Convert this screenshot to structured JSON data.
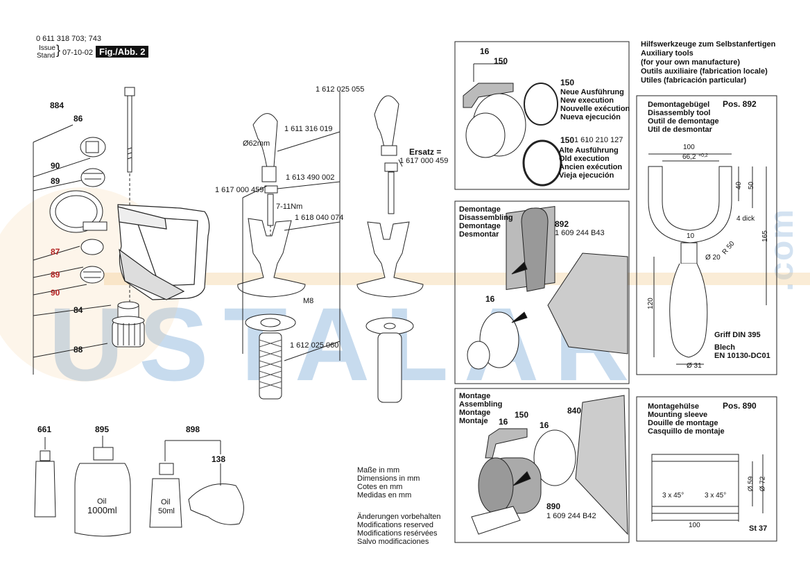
{
  "header": {
    "doc_number": "0 611 318 703; 743",
    "issue_label": "Issue",
    "stand_label": "Stand",
    "date": "07-10-02",
    "figure": "Fig./Abb. 2"
  },
  "watermark": {
    "text": "USTALAR",
    "suffix": ".com"
  },
  "left_parts": [
    {
      "num": "884",
      "color": "#111"
    },
    {
      "num": "86",
      "color": "#111"
    },
    {
      "num": "90",
      "color": "#111"
    },
    {
      "num": "89",
      "color": "#111"
    },
    {
      "num": "87",
      "color": "#b22222"
    },
    {
      "num": "89",
      "color": "#b22222"
    },
    {
      "num": "90",
      "color": "#b22222"
    },
    {
      "num": "84",
      "color": "#111"
    },
    {
      "num": "88",
      "color": "#111"
    }
  ],
  "handle_labels": {
    "code_top": "1 612 025 055",
    "strap_code": "1 611 316 019",
    "diameter": "Ø62mm",
    "pin_code": "1 613 490 002",
    "clip_code": "1 617 000 459",
    "torque": "7-11Nm",
    "grip_code": "1 618 040 074",
    "thread": "M8",
    "handle_code": "1 612 025 060",
    "ersatz": "Ersatz =",
    "ersatz_code": "1 617 000 459"
  },
  "bottom_parts": {
    "p661": "661",
    "p895": "895",
    "p898": "898",
    "p138": "138",
    "oil1_label": "Oil",
    "oil1_vol": "1000ml",
    "oil2_label": "Oil",
    "oil2_vol": "50ml"
  },
  "notes": {
    "dims": [
      "Maße in mm",
      "Dimensions in mm",
      "Cotes en mm",
      "Medidas en mm"
    ],
    "changes": [
      "Änderungen vorbehalten",
      "Modifications reserved",
      "Modifications resérvées",
      "Salvo modificaciones"
    ]
  },
  "ring_panel": {
    "n16": "16",
    "n150a": "150",
    "new_num": "150",
    "new_lines": [
      "Neue Ausführung",
      "New execution",
      "Nouvelle exécution",
      "Nueva ejecución"
    ],
    "old_num": "150",
    "old_code": "1 610 210 127",
    "old_lines": [
      "Alte Ausführung",
      "Old execution",
      "Ancien exécution",
      "Vieja ejecución"
    ]
  },
  "demontage_panel": {
    "title": [
      "Demontage",
      "Disassembling",
      "Demontage",
      "Desmontar"
    ],
    "tool_num": "892",
    "tool_code": "1 609 244 B43",
    "n16": "16"
  },
  "montage_panel": {
    "title": [
      "Montage",
      "Assembling",
      "Montage",
      "Montaje"
    ],
    "n16a": "16",
    "n150": "150",
    "n16b": "16",
    "n840": "840",
    "n890": "890",
    "sleeve_code": "1 609 244 B42"
  },
  "aux_tools": {
    "lines": [
      "Hilfswerkzeuge zum Selbstanfertigen",
      "Auxiliary tools",
      "(for your own manufacture)",
      "Outils auxiliaire (fabrication locale)",
      "Utiles (fabricación particular)"
    ]
  },
  "tool892": {
    "title": [
      "Demontagebügel",
      "Disassembly tool",
      "Outil de demontage",
      "Util de desmontar"
    ],
    "pos": "Pos. 892",
    "d100": "100",
    "d66": "66,2",
    "d66tol": "+0,2",
    "d40": "40",
    "d50": "50",
    "d165": "165",
    "dthick": "4 dick",
    "d10": "10",
    "dR50": "R 50",
    "d20": "Ø 20",
    "d120": "120",
    "griff": "Griff DIN 395",
    "blech": "Blech",
    "en": "EN 10130-DC01",
    "d31": "Ø 31"
  },
  "sleeve890": {
    "title": [
      "Montagehülse",
      "Mounting sleeve",
      "Douille de montage",
      "Casquillo de montaje"
    ],
    "pos": "Pos. 890",
    "chamfer1": "3 x 45°",
    "chamfer2": "3 x 45°",
    "d59": "Ø 59",
    "d72": "Ø 72",
    "d100": "100",
    "st": "St 37"
  }
}
